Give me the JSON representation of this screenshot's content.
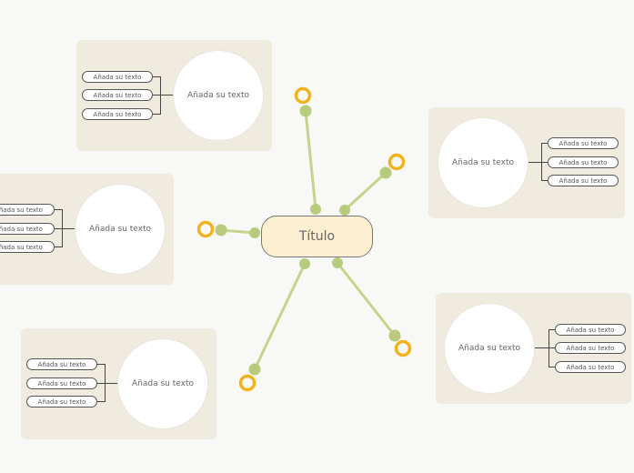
{
  "center": {
    "title": "Título"
  },
  "topics": [
    {
      "label": "Añada su texto",
      "items": [
        "Añada su texto",
        "Añada su texto",
        "Añada su texto"
      ]
    },
    {
      "label": "Añada su texto",
      "items": [
        "Añada su texto",
        "Añada su texto",
        "Añada su texto"
      ]
    },
    {
      "label": "Añada su texto",
      "items": [
        "Añada su texto",
        "Añada su texto",
        "Añada su texto"
      ]
    },
    {
      "label": "Añada su texto",
      "items": [
        "Añada su texto",
        "Añada su texto",
        "Añada su texto"
      ]
    },
    {
      "label": "Añada su texto",
      "items": [
        "Añada su texto",
        "Añada su texto",
        "Añada su texto"
      ]
    }
  ],
  "colors": {
    "background": "#f8f8f6",
    "panel": "#efebdf",
    "center_fill": "#fdf0d2",
    "branch_line": "#c5d48c",
    "branch_dot": "#b8cb7c",
    "end_ring": "#f2b21b"
  }
}
